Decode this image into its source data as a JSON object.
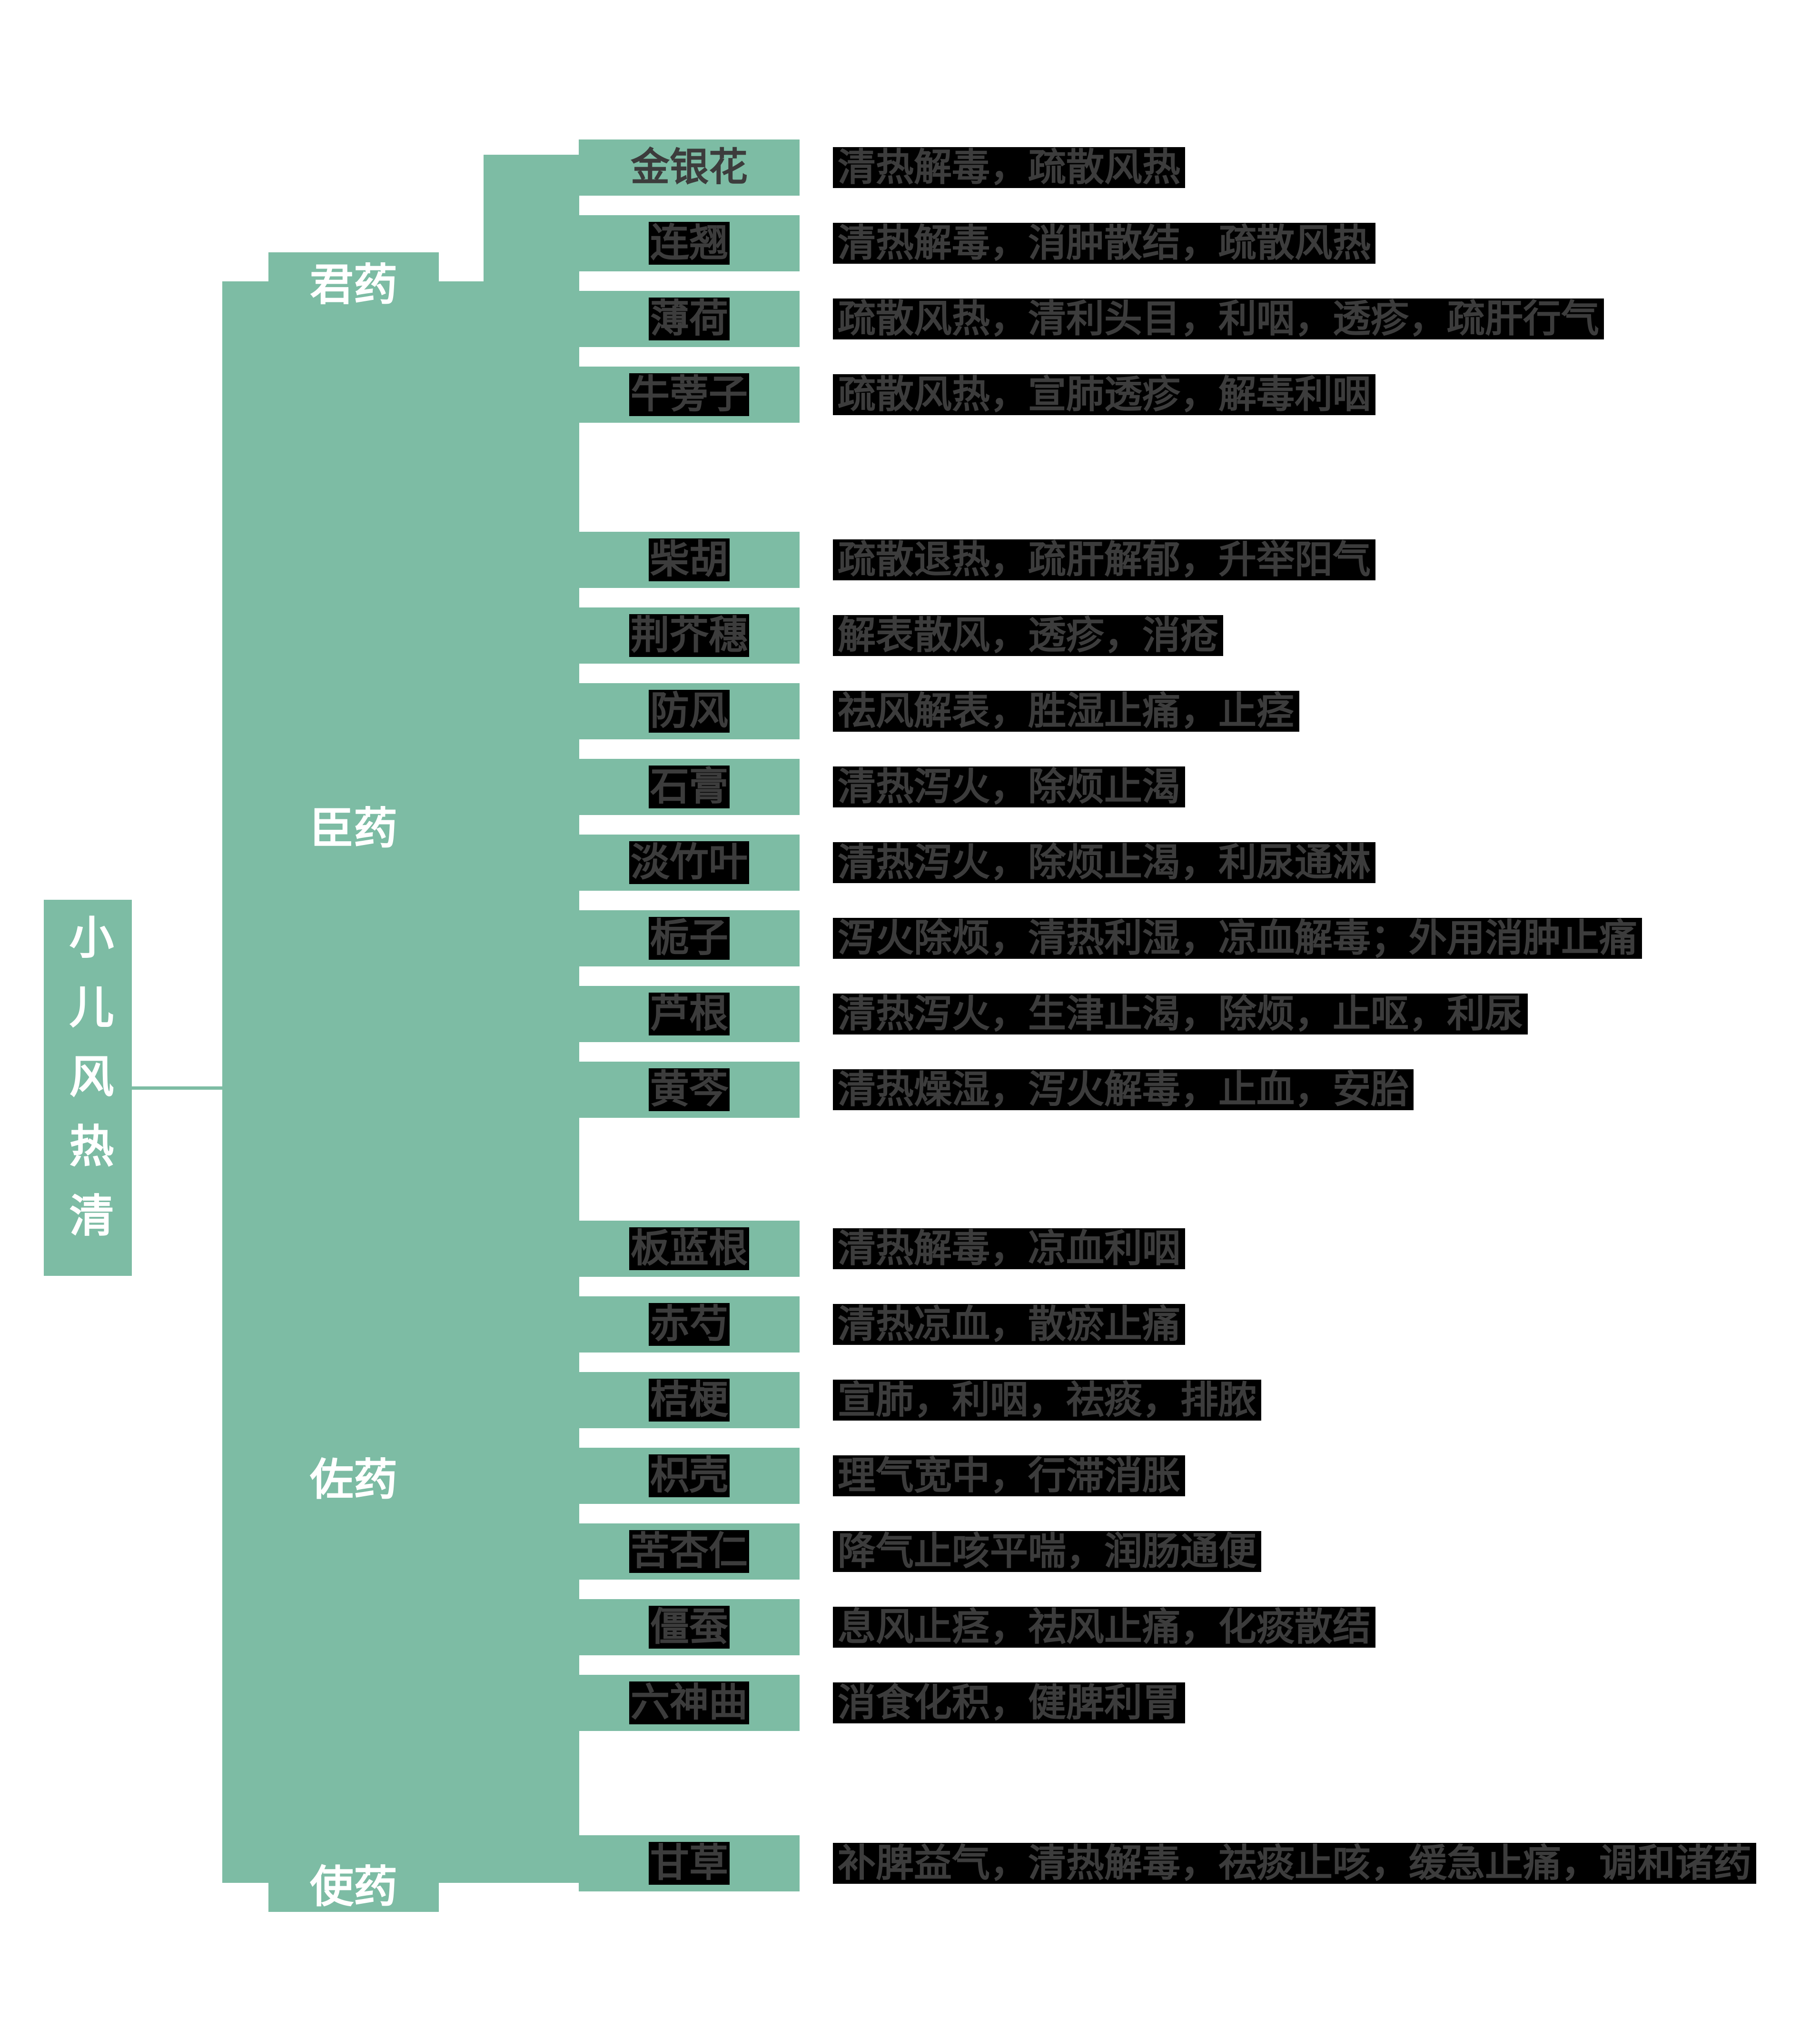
{
  "root": {
    "label": "小儿风热清"
  },
  "groups": [
    {
      "label": "君药",
      "herbs": [
        {
          "name": "金银花",
          "desc": "清热解毒，疏散风热",
          "highlight": false
        },
        {
          "name": "连翘",
          "desc": "清热解毒，消肿散结，疏散风热",
          "highlight": true
        },
        {
          "name": "薄荷",
          "desc": "疏散风热，清利头目，利咽，透疹，疏肝行气",
          "highlight": true
        },
        {
          "name": "牛蒡子",
          "desc": "疏散风热，宣肺透疹，解毒利咽",
          "highlight": true
        }
      ]
    },
    {
      "label": "臣药",
      "herbs": [
        {
          "name": "柴胡",
          "desc": "疏散退热，疏肝解郁，升举阳气",
          "highlight": true
        },
        {
          "name": "荆芥穗",
          "desc": "解表散风，透疹，消疮",
          "highlight": true
        },
        {
          "name": "防风",
          "desc": "祛风解表，胜湿止痛，止痉",
          "highlight": true
        },
        {
          "name": "石膏",
          "desc": "清热泻火，除烦止渴",
          "highlight": true
        },
        {
          "name": "淡竹叶",
          "desc": "清热泻火，除烦止渴，利尿通淋",
          "highlight": true
        },
        {
          "name": "栀子",
          "desc": "泻火除烦，清热利湿，凉血解毒；外用消肿止痛",
          "highlight": true
        },
        {
          "name": "芦根",
          "desc": "清热泻火，生津止渴，除烦，止呕，利尿",
          "highlight": true
        },
        {
          "name": "黄芩",
          "desc": "清热燥湿，泻火解毒，止血，安胎",
          "highlight": true
        }
      ]
    },
    {
      "label": "佐药",
      "herbs": [
        {
          "name": "板蓝根",
          "desc": "清热解毒，凉血利咽",
          "highlight": true
        },
        {
          "name": "赤芍",
          "desc": "清热凉血，散瘀止痛",
          "highlight": true
        },
        {
          "name": "桔梗",
          "desc": "宣肺，利咽，祛痰，排脓",
          "highlight": true
        },
        {
          "name": "枳壳",
          "desc": "理气宽中，行滞消胀",
          "highlight": true
        },
        {
          "name": "苦杏仁",
          "desc": "降气止咳平喘，润肠通便",
          "highlight": true
        },
        {
          "name": "僵蚕",
          "desc": "息风止痉，祛风止痛，化痰散结",
          "highlight": true
        },
        {
          "name": "六神曲",
          "desc": "消食化积，健脾利胃",
          "highlight": true
        }
      ]
    },
    {
      "label": "使药",
      "herbs": [
        {
          "name": "甘草",
          "desc": "补脾益气，清热解毒，祛痰止咳，缓急止痛，调和诸药",
          "highlight": true
        }
      ]
    }
  ],
  "colors": {
    "green": "#7DBCA4",
    "bar_bg": "#000000",
    "name_text": "#3C3C3C",
    "desc_text": "#3C3C3C",
    "label_text": "#FFFFFF",
    "root_text": "#FFFFFF"
  }
}
